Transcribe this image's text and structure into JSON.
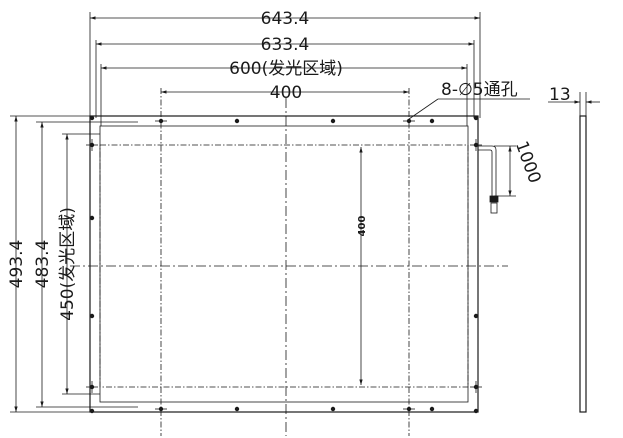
{
  "drawing": {
    "dimensions": {
      "overall_width": "643.4",
      "frame_width": "633.4",
      "emitting_width": "600(发光区域)",
      "hole_spacing": "400",
      "overall_height": "493.4",
      "frame_height": "483.4",
      "emitting_height": "450(发光区域)",
      "inner_height": "400",
      "thickness": "13",
      "cable_length": "1000"
    },
    "callouts": {
      "mounting_holes": "8-∅5通孔"
    }
  }
}
